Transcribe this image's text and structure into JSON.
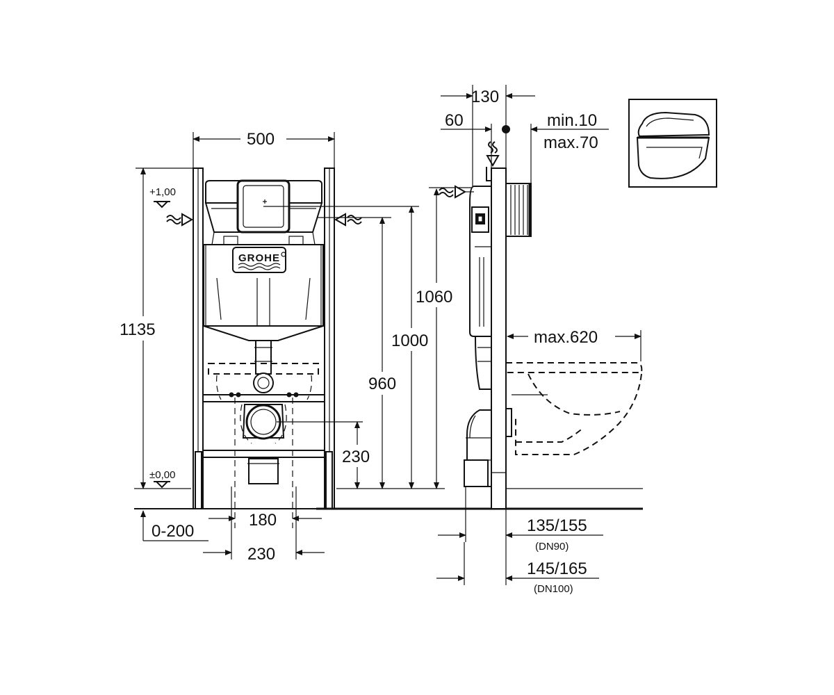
{
  "brand": {
    "logo_text": "GROHE"
  },
  "front_view": {
    "frame_width": "500",
    "frame_height": "1135",
    "level_top": "+1,00",
    "level_floor": "±0,00",
    "floor_adjust": "0-200",
    "bolt_spacing": "180",
    "outlet_width": "230"
  },
  "heights": {
    "inlet_height": "1060",
    "flush_plate_height": "1000",
    "cistern_height": "960",
    "drain_height": "230"
  },
  "side_view": {
    "depth": "130",
    "inlet_offset": "60",
    "wall_min": "min.10",
    "wall_max": "max.70",
    "projection": "max.620",
    "drain_dn90": "135/155",
    "drain_dn90_label": "(DN90)",
    "drain_dn100": "145/165",
    "drain_dn100_label": "(DN100)"
  },
  "icons": {
    "wc": "wall-hung-toilet-icon"
  }
}
